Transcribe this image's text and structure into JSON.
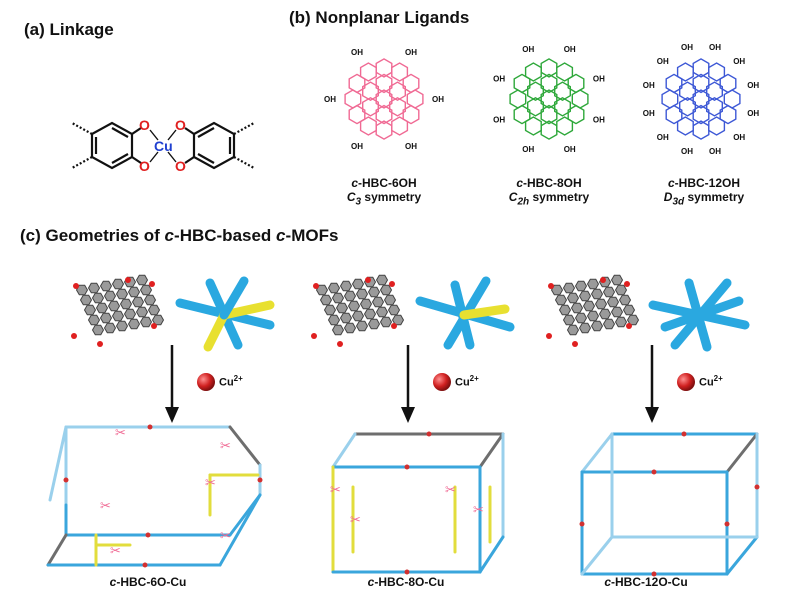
{
  "panels": {
    "a": {
      "title": "(a) Linkage"
    },
    "b": {
      "title": "(b) Nonplanar Ligands"
    },
    "c": {
      "title": "(c) Geometries of c-HBC-based c-MOFs"
    }
  },
  "linkage": {
    "oxygen": "O",
    "metal": "Cu"
  },
  "ligands": [
    {
      "prefix": "c",
      "name": "-HBC-6OH",
      "sym_main": "C",
      "sym_sub": "3",
      "sym_rest": " symmetry",
      "color": "#f06a94",
      "oh": "OH"
    },
    {
      "prefix": "c",
      "name": "-HBC-8OH",
      "sym_main": "C",
      "sym_sub": "2h",
      "sym_rest": " symmetry",
      "color": "#2ea83a",
      "oh": "OH"
    },
    {
      "prefix": "c",
      "name": "-HBC-12OH",
      "sym_main": "D",
      "sym_sub": "3d",
      "sym_rest": " symmetry",
      "color": "#3d58d6",
      "oh": "OH"
    }
  ],
  "reagent": {
    "ion": "Cu",
    "charge": "2+"
  },
  "mofs": [
    {
      "prefix": "c",
      "name": "-HBC-6O-Cu"
    },
    {
      "prefix": "c",
      "name": "-HBC-8O-Cu"
    },
    {
      "prefix": "c",
      "name": "-HBC-12O-Cu"
    }
  ],
  "colors": {
    "blue_rod": "#2aa8e0",
    "yellow_rod": "#e8e030",
    "frame_blue": "#3aa6dc",
    "frame_yellow": "#e2dd3c",
    "frame_grey": "#6e6e6e",
    "scissors": "#f06a94",
    "node_red": "#d23030",
    "oxygen_red": "#e02020",
    "copper_blue": "#2040d0"
  }
}
